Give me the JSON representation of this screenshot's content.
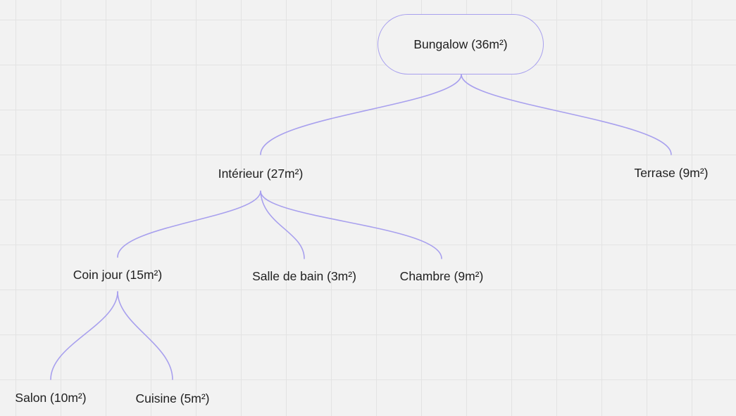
{
  "mindmap": {
    "root": {
      "label": "Bungalow (36m²)"
    },
    "nodes": {
      "interieur": {
        "label": "Intérieur (27m²)"
      },
      "terrase": {
        "label": "Terrase (9m²)"
      },
      "coin_jour": {
        "label": "Coin jour (15m²)"
      },
      "salle_de_bain": {
        "label": "Salle de bain (3m²)"
      },
      "chambre": {
        "label": "Chambre (9m²)"
      },
      "salon": {
        "label": "Salon (10m²)"
      },
      "cuisine": {
        "label": "Cuisine (5m²)"
      }
    }
  },
  "colors": {
    "connector": "#a8a0ee",
    "background": "#f2f2f2",
    "grid": "#e3e3e3",
    "text": "#1f1f1f"
  }
}
